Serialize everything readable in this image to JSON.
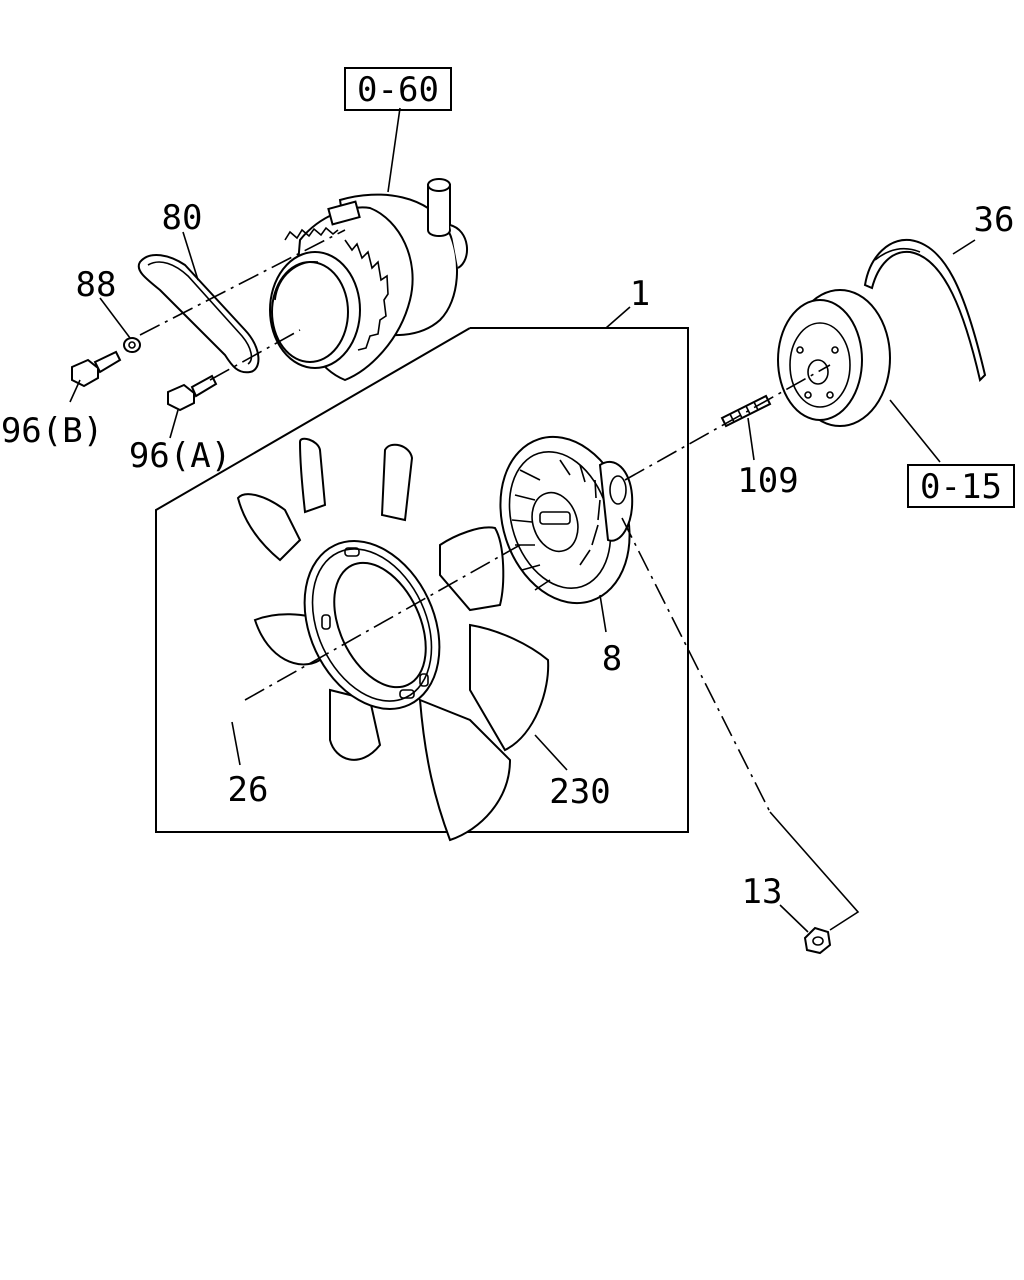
{
  "diagram": {
    "reference_boxes": {
      "ref_top": "0-60",
      "ref_right": "0-15"
    },
    "callouts": {
      "p1": "1",
      "p8": "8",
      "p13": "13",
      "p26": "26",
      "p36": "36",
      "p80": "80",
      "p88": "88",
      "p96a": "96(A)",
      "p96b": "96(B)",
      "p109": "109",
      "p230": "230"
    }
  }
}
